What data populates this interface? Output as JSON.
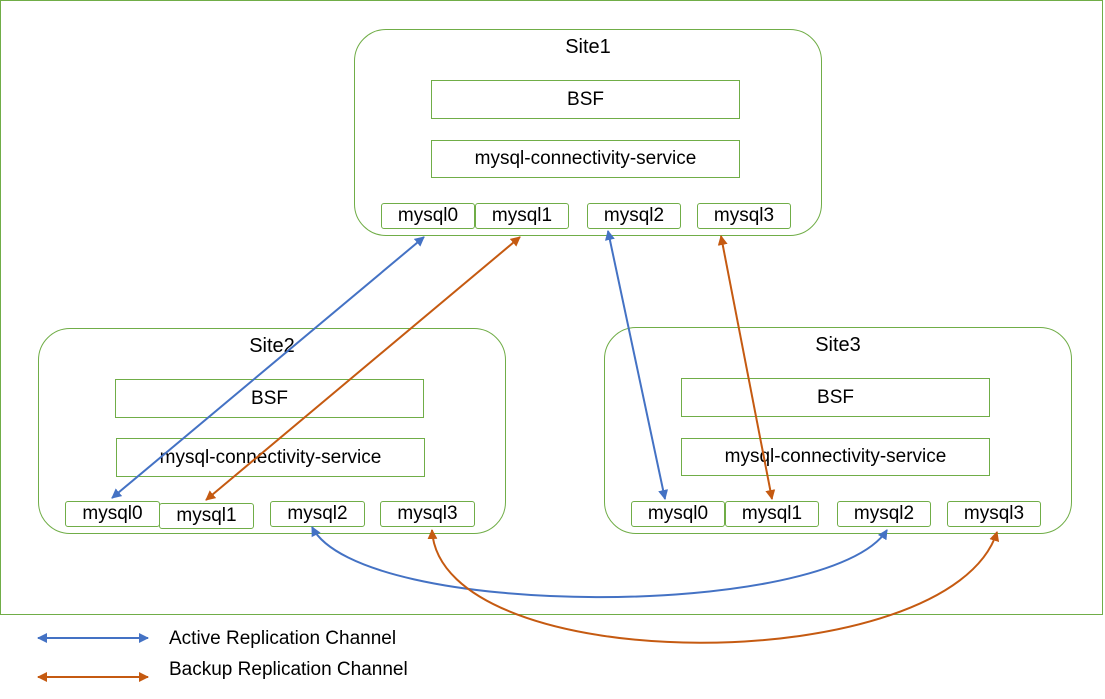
{
  "sites": [
    {
      "title": "Site1",
      "bsf": "BSF",
      "service": "mysql-connectivity-service",
      "pods": [
        "mysql0",
        "mysql1",
        "mysql2",
        "mysql3"
      ]
    },
    {
      "title": "Site2",
      "bsf": "BSF",
      "service": "mysql-connectivity-service",
      "pods": [
        "mysql0",
        "mysql1",
        "mysql2",
        "mysql3"
      ]
    },
    {
      "title": "Site3",
      "bsf": "BSF",
      "service": "mysql-connectivity-service",
      "pods": [
        "mysql0",
        "mysql1",
        "mysql2",
        "mysql3"
      ]
    }
  ],
  "channels": [
    {
      "type": "active",
      "from": "Site1.mysql0",
      "to": "Site2.mysql0"
    },
    {
      "type": "backup",
      "from": "Site1.mysql1",
      "to": "Site2.mysql1"
    },
    {
      "type": "active",
      "from": "Site1.mysql2",
      "to": "Site3.mysql0"
    },
    {
      "type": "backup",
      "from": "Site1.mysql3",
      "to": "Site3.mysql1"
    },
    {
      "type": "active",
      "from": "Site2.mysql2",
      "to": "Site3.mysql2"
    },
    {
      "type": "backup",
      "from": "Site2.mysql3",
      "to": "Site3.mysql3"
    }
  ],
  "legend": {
    "active_label": "Active Replication Channel",
    "backup_label": "Backup Replication Channel"
  },
  "colors": {
    "active": "#4472c4",
    "backup": "#c55a11",
    "border": "#70ad47"
  }
}
